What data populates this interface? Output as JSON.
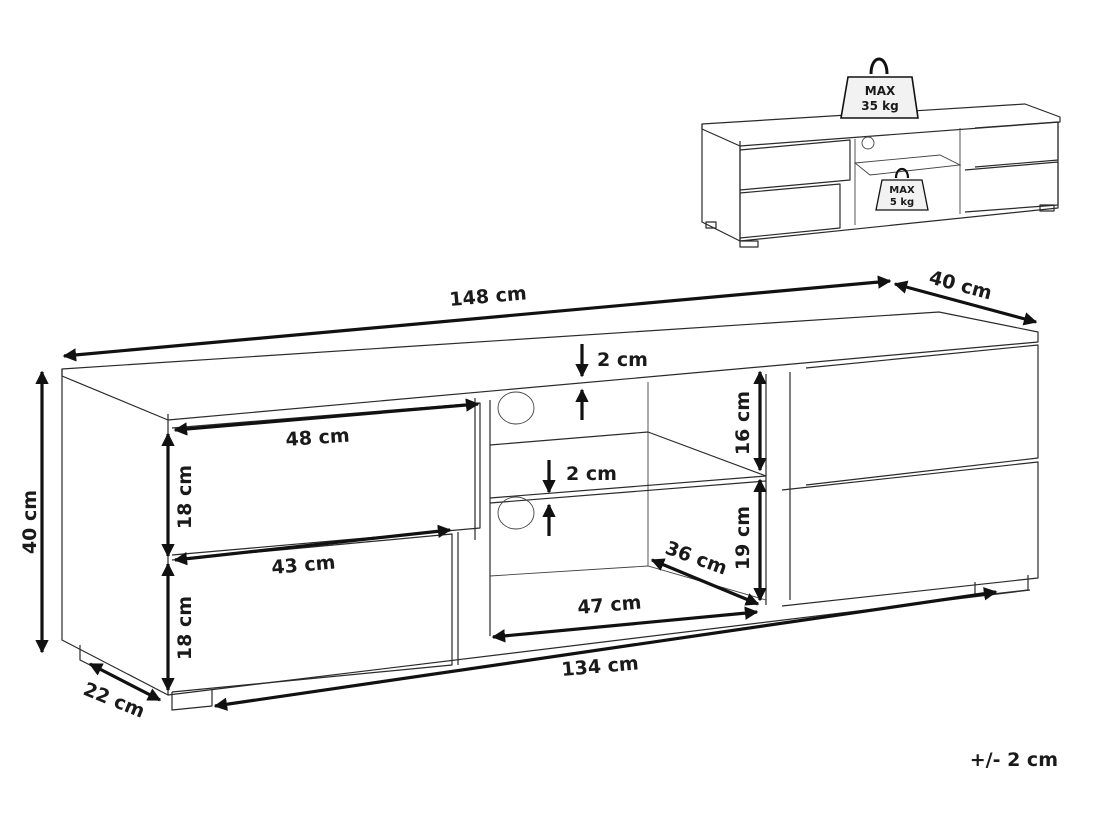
{
  "weights": {
    "top_max_label": "MAX",
    "top_max_value": "35 kg",
    "shelf_max_label": "MAX",
    "shelf_max_value": "5 kg"
  },
  "dimensions": {
    "width_total": "148 cm",
    "depth_total": "40 cm",
    "height_total": "40 cm",
    "top_thickness": "2 cm",
    "shelf_thickness": "2 cm",
    "upper_compartment_height": "16 cm",
    "lower_compartment_height": "19 cm",
    "compartment_depth": "36 cm",
    "compartment_width": "47 cm",
    "drawer_top_width": "48 cm",
    "drawer_bottom_width": "43 cm",
    "drawer_upper_height": "18 cm",
    "drawer_lower_height": "18 cm",
    "base_width": "134 cm",
    "base_depth": "22 cm"
  },
  "tolerance": "+/- 2 cm"
}
